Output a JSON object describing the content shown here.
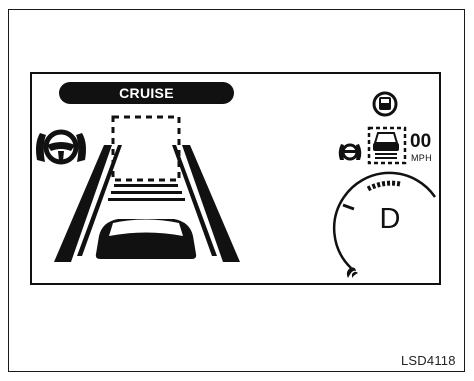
{
  "cruise_label": "CRUISE",
  "speed": {
    "value": "00",
    "unit": "MPH"
  },
  "gear": "D",
  "figure_code": "LSD4118",
  "icons": {
    "steering_assist_large": "steering-wheel-hands-icon",
    "steering_assist_small": "steering-wheel-hands-icon",
    "vehicle_ahead_indicator": "vehicle-ahead-icon",
    "distance_setting": "vehicle-distance-icon",
    "lane_markers": "lane-lines-icon",
    "own_vehicle": "car-rear-icon",
    "speedometer_arc": "speedometer-arc-icon",
    "eco_indicator": "eco-leaf-icon"
  }
}
